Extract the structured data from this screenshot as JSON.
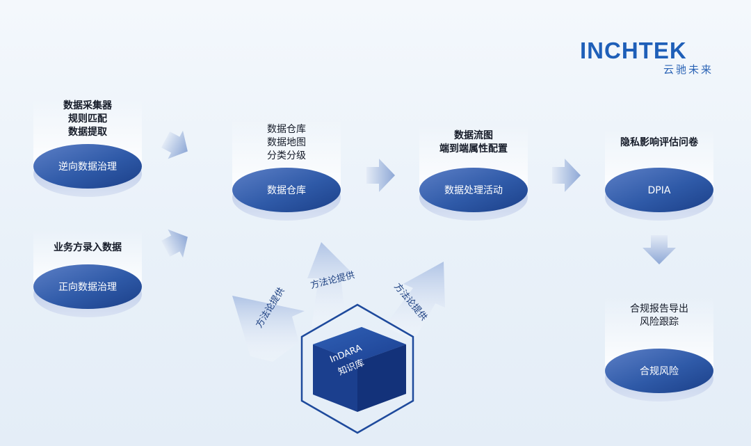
{
  "brand": {
    "logo_text": "INCHTEK",
    "logo_subtitle": "云驰未来",
    "primary_color": "#1f4fa0",
    "accent_color": "#2a63b5"
  },
  "left_nodes": {
    "reverse": {
      "label_lines": "数据采集器\n规则匹配\n数据提取",
      "node": "逆向数据治理"
    },
    "forward": {
      "label": "业务方录入数据",
      "node": "正向数据治理"
    }
  },
  "center_nodes": {
    "warehouse": {
      "label_lines": "数据仓库\n数据地图\n分类分级",
      "node": "数据仓库"
    },
    "processing": {
      "label_lines": "数据流图\n端到端属性配置",
      "node": "数据处理活动"
    }
  },
  "right_nodes": {
    "dpia": {
      "label": "隐私影响评估问卷",
      "node": "DPIA"
    },
    "compliance": {
      "label_lines": "合规报告导出\n风险跟踪",
      "node": "合规风险"
    }
  },
  "knowledge_base": {
    "line1": "InDARA",
    "line2": "知识库"
  },
  "methodology": {
    "left": "方法论提供",
    "middle": "方法论提供",
    "right": "方法论提供"
  },
  "icons": [
    "flow-arrow-icon",
    "hexagon-icon",
    "cube-icon"
  ]
}
